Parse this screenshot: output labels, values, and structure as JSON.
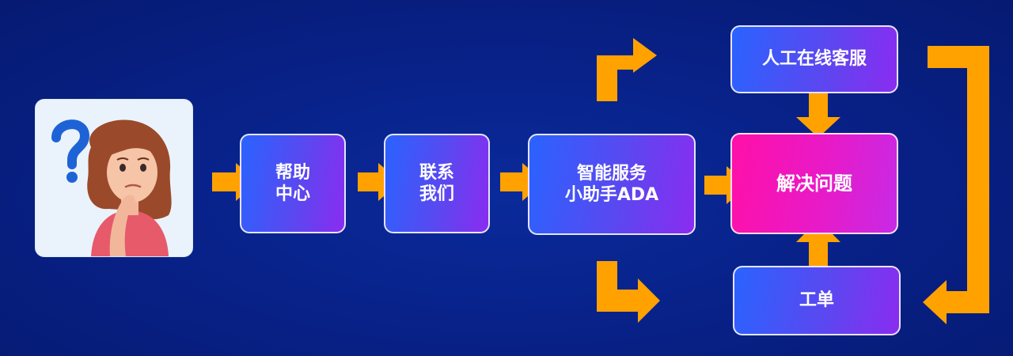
{
  "nodes": {
    "help_center": {
      "line1": "帮助",
      "line2": "中心"
    },
    "contact_us": {
      "line1": "联系",
      "line2": "我们"
    },
    "assistant": {
      "line1": "智能服务",
      "line2": "小助手ADA"
    },
    "solve": {
      "label": "解决问题"
    },
    "live_agent": {
      "label": "人工在线客服"
    },
    "ticket": {
      "label": "工单"
    }
  },
  "colors": {
    "background": "#08228a",
    "arrow": "#ffa200",
    "box_gradient_start": "#2a63ff",
    "box_gradient_end": "#8a2cf0",
    "solve_gradient_start": "#ff10a8",
    "solve_gradient_end": "#c72ae6"
  },
  "icons": {
    "question_mark": "question-mark-icon",
    "user": "thinking-woman-avatar"
  }
}
